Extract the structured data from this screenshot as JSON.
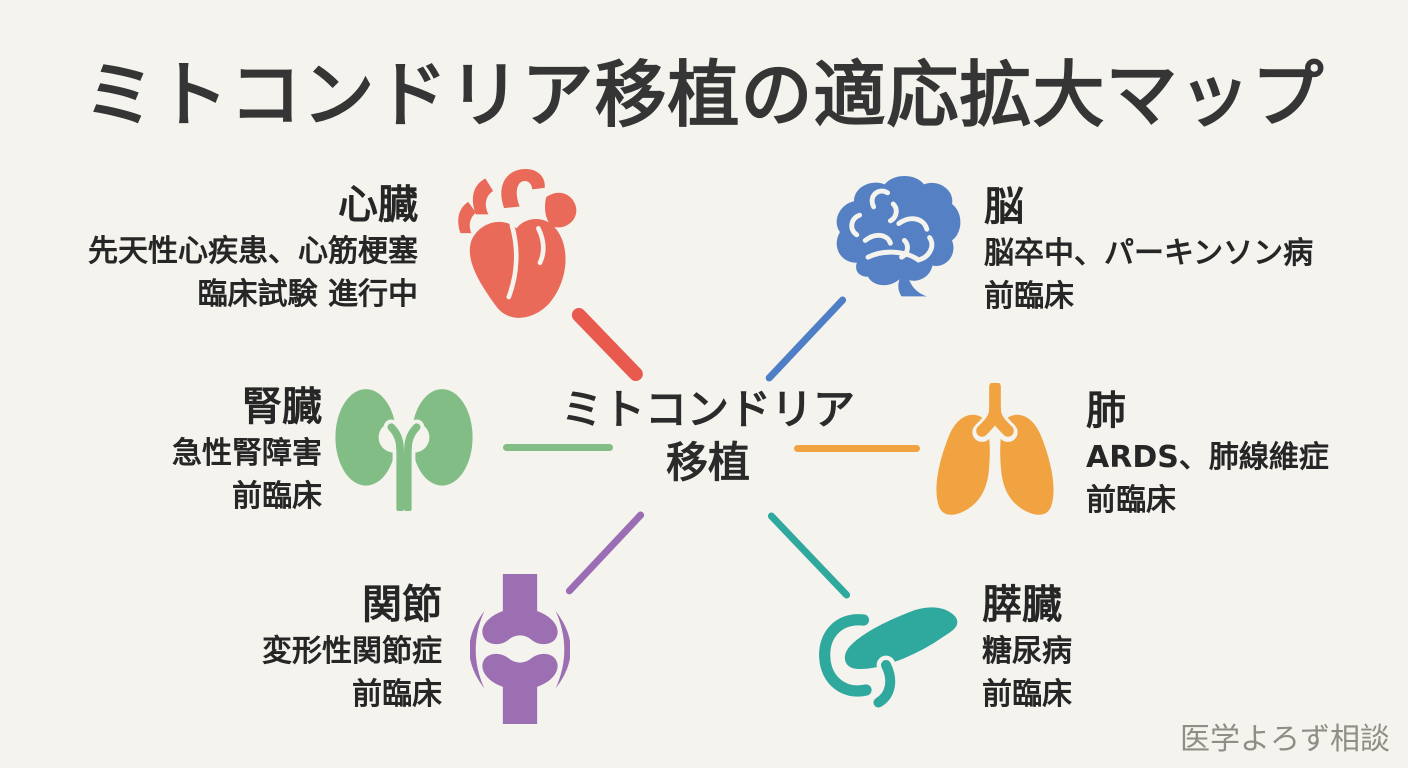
{
  "title": "ミトコンドリア移植の適応拡大マップ",
  "center": {
    "line1": "ミトコンドリア",
    "line2": "移植"
  },
  "watermark": "医学よろず相談",
  "colors": {
    "background": "#f4f3ee",
    "text": "#2d2d2d",
    "watermark_gray": "#8e8d86",
    "heart_red": "#e96a58",
    "brain_blue": "#5581c4",
    "kidney_green": "#82bd85",
    "lung_orange": "#f2a341",
    "joint_purple": "#9c6fb3",
    "pancreas_teal": "#2fa89e"
  },
  "nodes": [
    {
      "id": "heart",
      "label": "心臓",
      "indications": "先天性心疾患、心筋梗塞",
      "status": "臨床試験 進行中",
      "color": "#e96a58",
      "icon": "heart-icon"
    },
    {
      "id": "brain",
      "label": "脳",
      "indications": "脳卒中、パーキンソン病",
      "status": "前臨床",
      "color": "#5581c4",
      "icon": "brain-icon"
    },
    {
      "id": "kidney",
      "label": "腎臓",
      "indications": "急性腎障害",
      "status": "前臨床",
      "color": "#82bd85",
      "icon": "kidney-icon"
    },
    {
      "id": "lung",
      "label": "肺",
      "indications": "ARDS、肺線維症",
      "status": "前臨床",
      "color": "#f2a341",
      "icon": "lung-icon"
    },
    {
      "id": "joint",
      "label": "関節",
      "indications": "変形性関節症",
      "status": "前臨床",
      "color": "#9c6fb3",
      "icon": "joint-icon"
    },
    {
      "id": "pancreas",
      "label": "膵臓",
      "indications": "糖尿病",
      "status": "前臨床",
      "color": "#2fa89e",
      "icon": "pancreas-icon"
    }
  ]
}
